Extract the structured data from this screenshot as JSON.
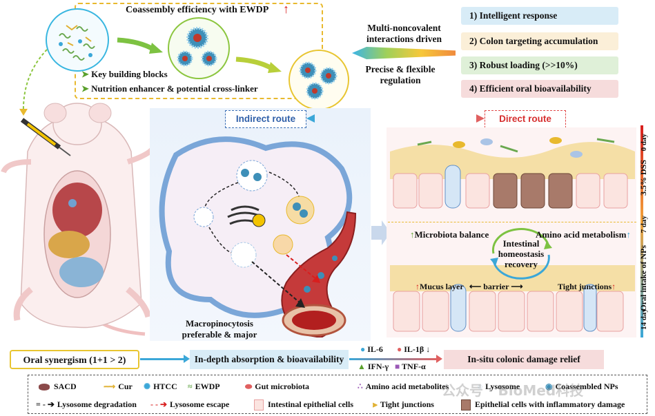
{
  "top": {
    "coassembly_title": "Coassembly efficiency with EWDP",
    "building_blocks": [
      "Key building blocks",
      "Nutrition enhancer & potential cross-linker"
    ],
    "driven_title": "Multi-noncovalent interactions driven",
    "regulation": "Precise & flexible regulation",
    "features": [
      {
        "label": "1)  Intelligent response",
        "color": "#d8ecf7"
      },
      {
        "label": "2)  Colon targeting accumulation",
        "color": "#fbefd8"
      },
      {
        "label": "3)  Robust loading (>>10%)",
        "color": "#dff0d8"
      },
      {
        "label": "4)  Efficient oral bioavailability",
        "color": "#f6dcdc"
      }
    ]
  },
  "routes": {
    "indirect": "Indirect route",
    "direct": "Direct route",
    "macropinocytosis": "Macropinocytosis preferable & major"
  },
  "timeline": {
    "day0": "0 day",
    "dss": "3.5% DSS",
    "day7": "7 day",
    "oral": "Oral intake of NPs",
    "day14": "14 day"
  },
  "direct_panel": {
    "microbiota": "Microbiota balance",
    "amino": "Amino acid metabolism",
    "homeostasis": "Intestinal homeostasis recovery",
    "mucus": "Mucus layer",
    "barrier": "barrier",
    "tight": "Tight junctions"
  },
  "bottom": {
    "synergism": "Oral synergism (1+1 > 2)",
    "absorption": "In-depth absorption & bioavailability",
    "il6": "IL-6",
    "il1b": "IL-1β",
    "ifng": "IFN-γ",
    "tnfa": "TNF-α",
    "relief": "In-situ colonic damage relief"
  },
  "legend": {
    "sacd": "SACD",
    "cur": "Cur",
    "htcc": "HTCC",
    "ewdp": "EWDP",
    "microbiota": "Gut microbiota",
    "amino": "Amino acid metabolites",
    "lysosome": "Lysosome",
    "coassembled": "Coassembled NPs",
    "degradation": "Lysosome degradation",
    "escape": "Lysosome escape",
    "epithelial": "Intestinal epithelial cells",
    "tight": "Tight junctions",
    "inflamed": "Epithelial cells with inflammatory damage"
  },
  "watermark": "公众号 · BioMed科技",
  "colors": {
    "yellow_dash": "#e8b92e",
    "indirect_blue": "#3b6fb6",
    "direct_red": "#e04848",
    "arrow_red": "#d81e1e"
  }
}
